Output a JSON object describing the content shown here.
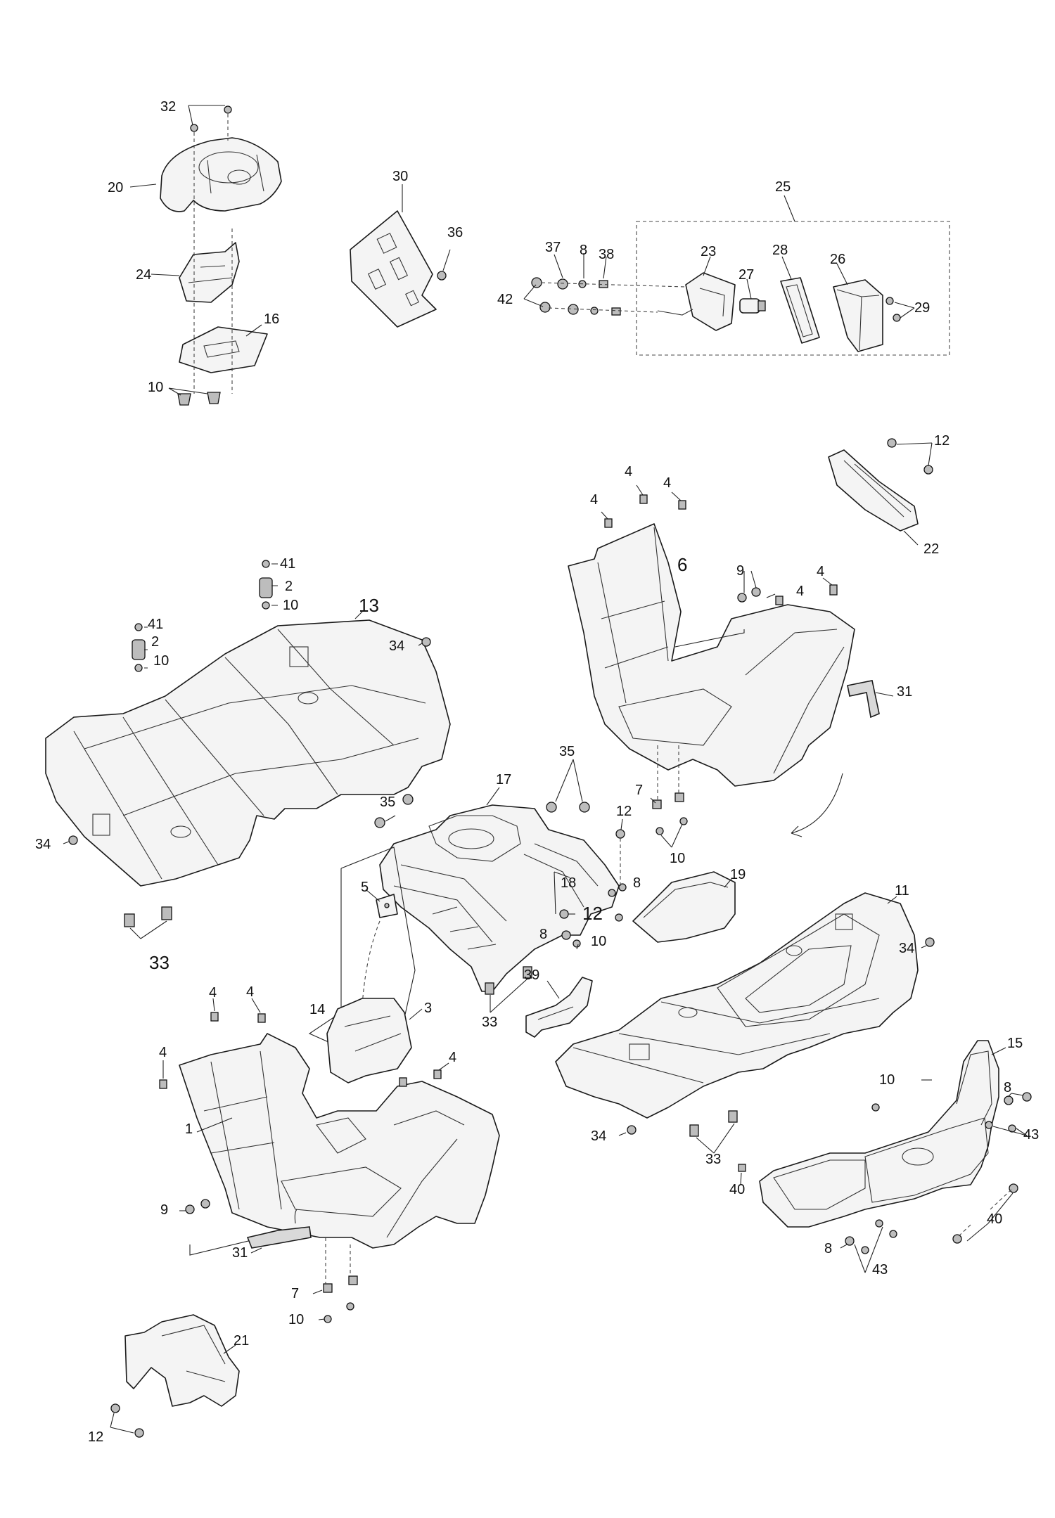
{
  "diagram": {
    "labels": {
      "p1": "1",
      "p2": "2",
      "p3": "3",
      "p4": "4",
      "p5": "5",
      "p6": "6",
      "p7": "7",
      "p8": "8",
      "p9": "9",
      "p10": "10",
      "p11": "11",
      "p12": "12",
      "p13": "13",
      "p14": "14",
      "p15": "15",
      "p16": "16",
      "p17": "17",
      "p18": "18",
      "p19": "19",
      "p20": "20",
      "p21": "21",
      "p22": "22",
      "p23": "23",
      "p24": "24",
      "p25": "25",
      "p26": "26",
      "p27": "27",
      "p28": "28",
      "p29": "29",
      "p30": "30",
      "p31": "31",
      "p32": "32",
      "p33": "33",
      "p34": "34",
      "p35": "35",
      "p36": "36",
      "p37": "37",
      "p38": "38",
      "p39": "39",
      "p40": "40",
      "p41": "41",
      "p42": "42",
      "p43": "43"
    }
  }
}
